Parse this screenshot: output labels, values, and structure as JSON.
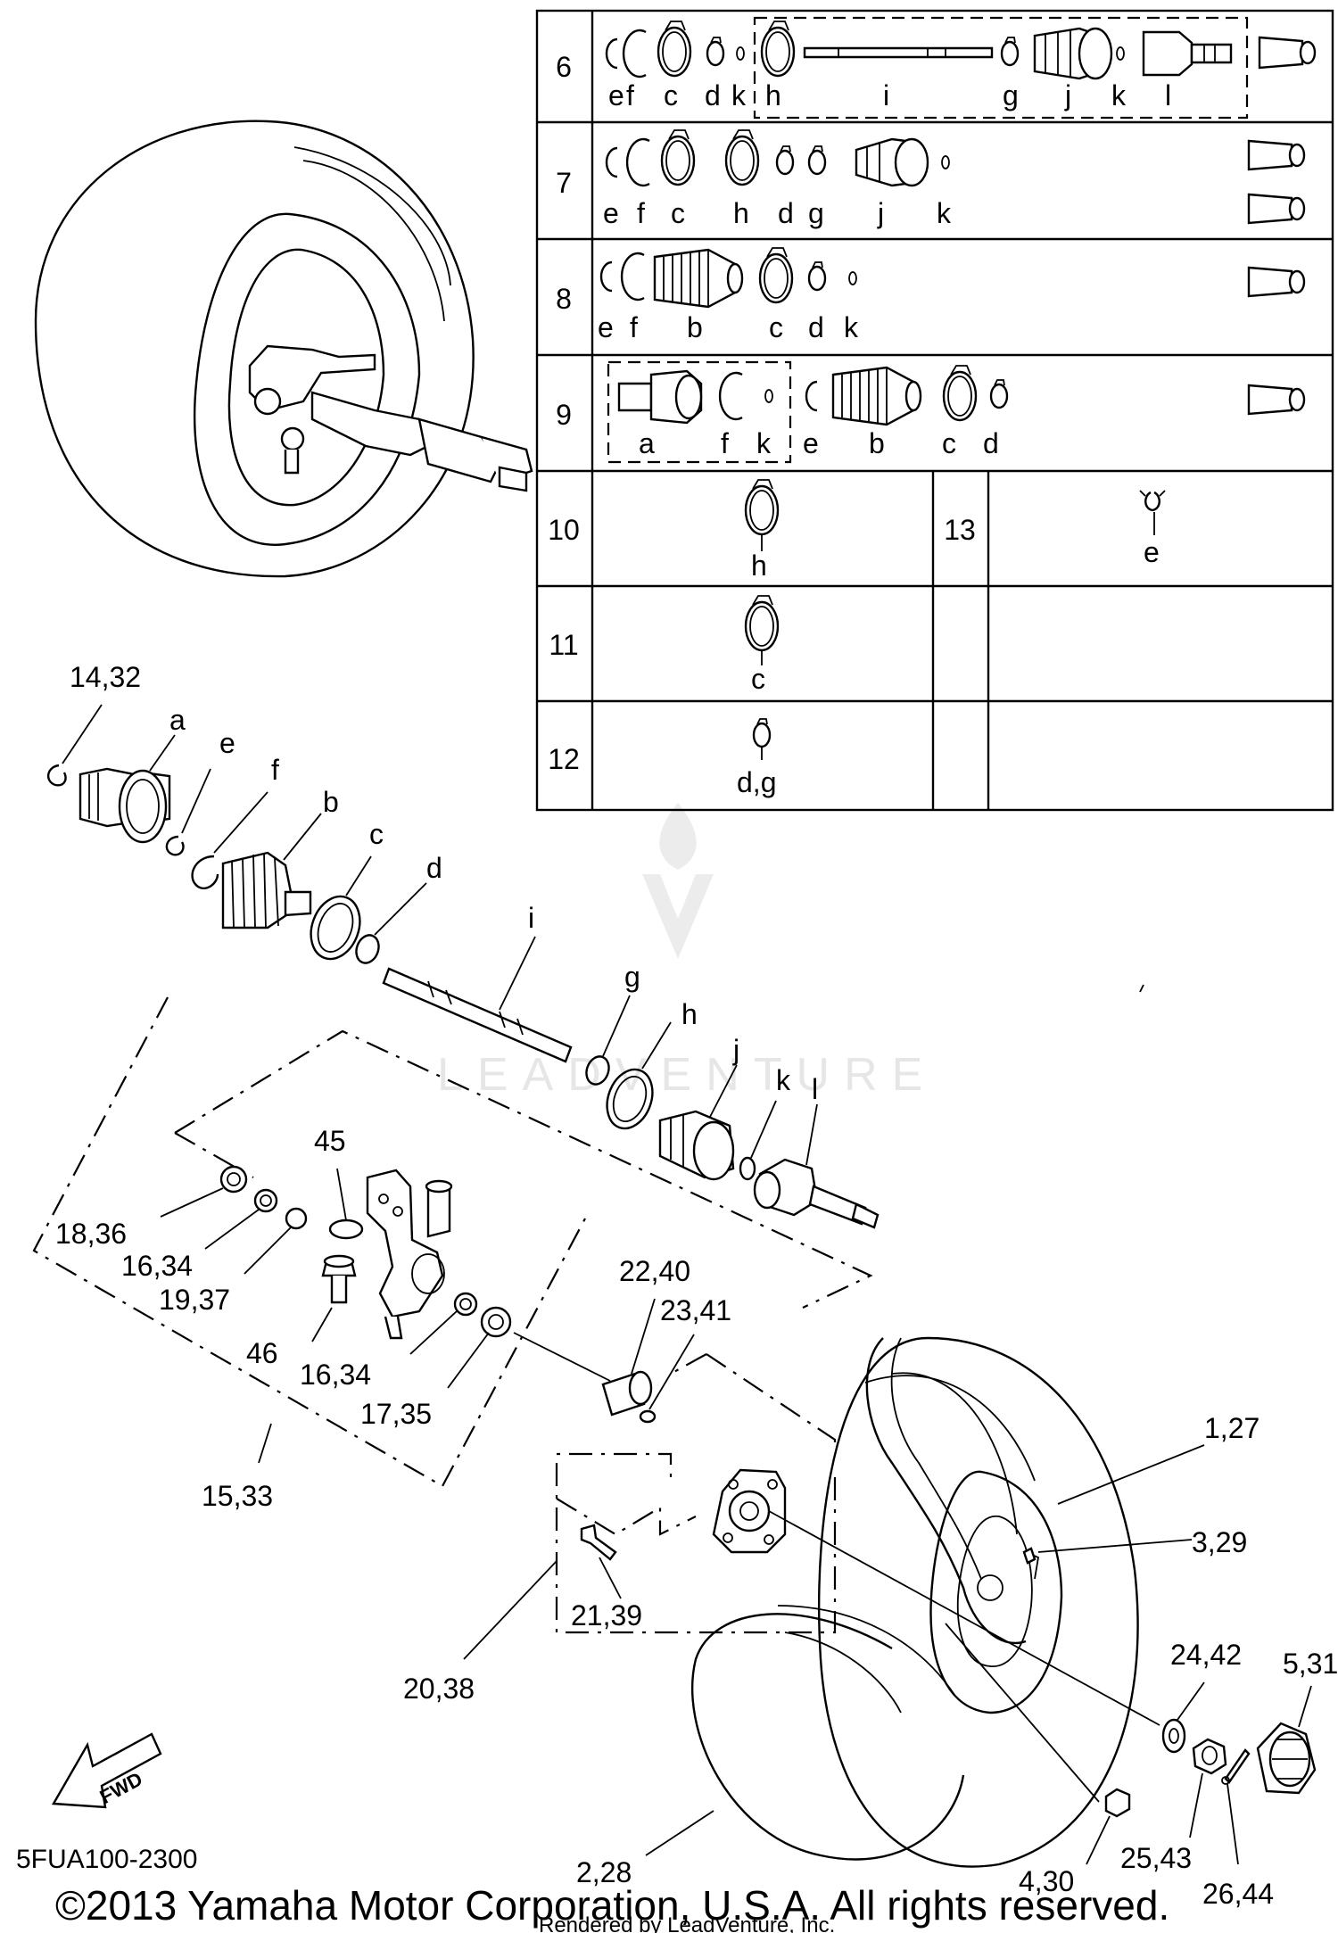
{
  "diagram": {
    "doc_code": "5FUA100-2300",
    "copyright": "©2013 Yamaha Motor Corporation, U.S.A. All rights reserved.",
    "rendered_by": "Rendered by LeadVenture, Inc.",
    "watermark": "LEADVENTURE",
    "fwd_label": "FWD",
    "table": {
      "rows": [
        {
          "num": "6",
          "letters": [
            "e",
            "f",
            "c",
            "d",
            "k",
            "h",
            "i",
            "g",
            "j",
            "k",
            "l"
          ]
        },
        {
          "num": "7",
          "letters": [
            "e",
            "f",
            "c",
            "h",
            "d",
            "g",
            "j",
            "k"
          ]
        },
        {
          "num": "8",
          "letters": [
            "e",
            "f",
            "b",
            "c",
            "d",
            "k"
          ]
        },
        {
          "num": "9",
          "letters": [
            "a",
            "f",
            "k",
            "e",
            "b",
            "c",
            "d"
          ]
        },
        {
          "num": "10",
          "letters": [
            "h"
          ],
          "num2": "13",
          "letters2": [
            "e"
          ]
        },
        {
          "num": "11",
          "letters": [
            "c"
          ]
        },
        {
          "num": "12",
          "letters": [
            "d,g"
          ]
        }
      ]
    },
    "callouts": {
      "c14_32": "14,32",
      "a": "a",
      "e": "e",
      "f": "f",
      "b": "b",
      "c": "c",
      "d": "d",
      "i": "i",
      "g": "g",
      "h": "h",
      "j": "j",
      "k": "k",
      "l": "l",
      "c45": "45",
      "c18_36": "18,36",
      "c16_34a": "16,34",
      "c19_37": "19,37",
      "c46": "46",
      "c16_34b": "16,34",
      "c17_35": "17,35",
      "c15_33": "15,33",
      "c22_40": "22,40",
      "c23_41": "23,41",
      "c1_27": "1,27",
      "c3_29": "3,29",
      "c21_39": "21,39",
      "c20_38": "20,38",
      "c24_42": "24,42",
      "c5_31": "5,31",
      "c2_28": "2,28",
      "c4_30": "4,30",
      "c25_43": "25,43",
      "c26_44": "26,44"
    }
  }
}
